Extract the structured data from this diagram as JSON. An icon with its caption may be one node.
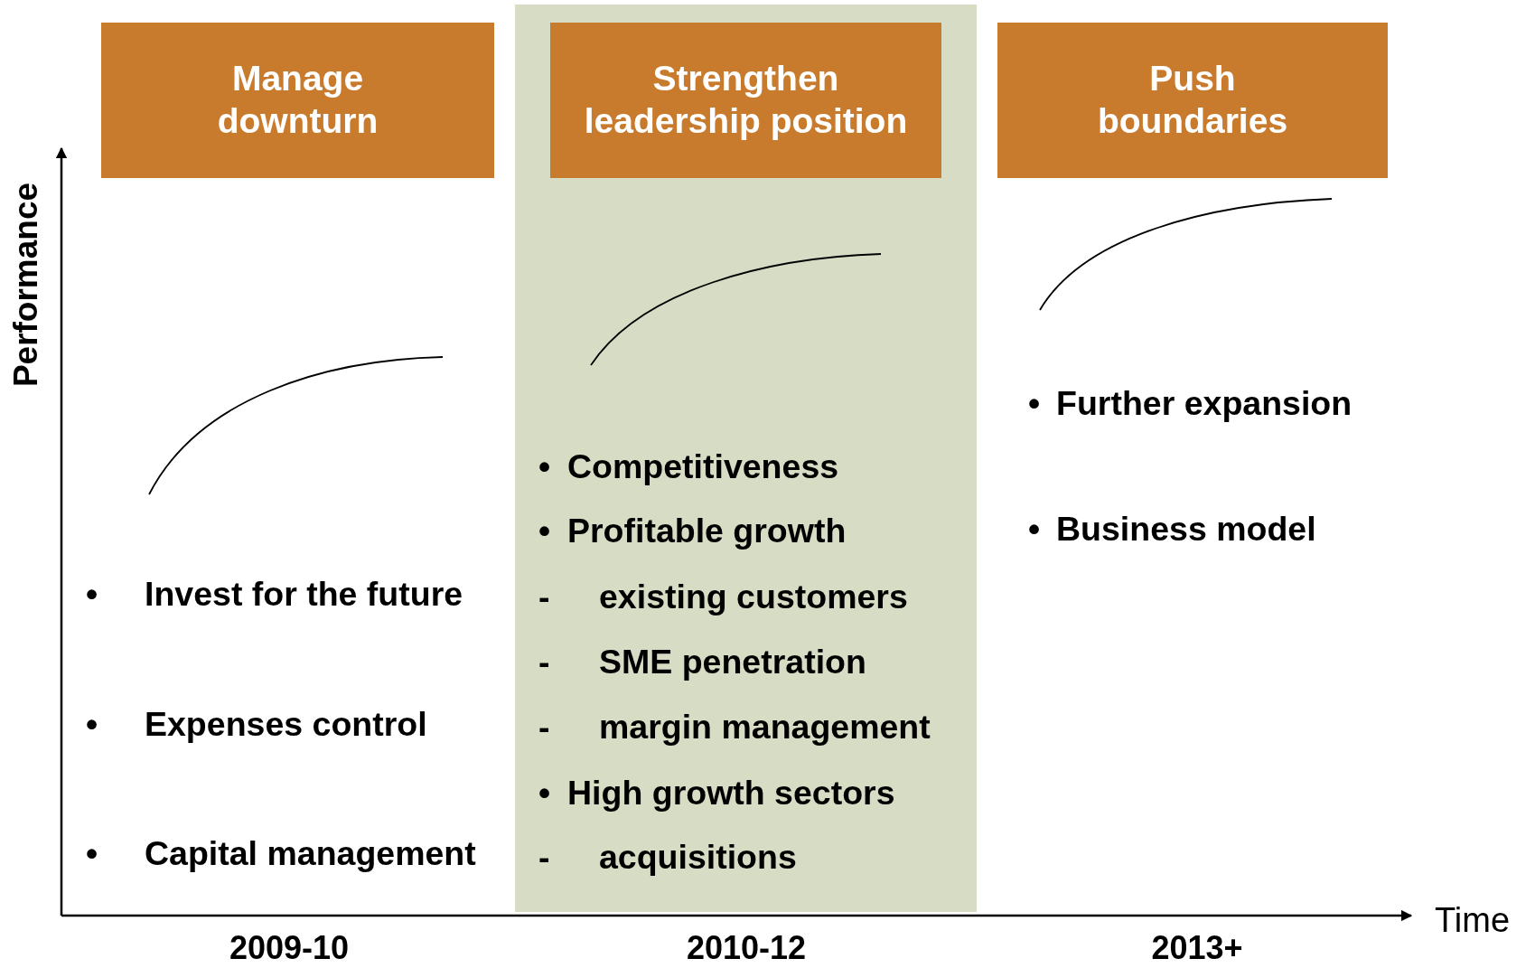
{
  "diagram": {
    "nodes": [
      {
        "text": [
          "Manage downturn"
        ]
      },
      {
        "text": [
          "• Competitiveness",
          "• Profitable growth",
          "- existing customers",
          "- SME penetration",
          "- margin management",
          "• High growth sectors",
          "- acquisitions"
        ]
      },
      {
        "text": [
          "Strengthen leadership position"
        ],
        "in": 1
      },
      {
        "text": [
          "Push boundaries"
        ]
      }
    ],
    "labels": [
      "• Invest for the future",
      "• Expenses control",
      "• Capital management",
      "• Further expansion",
      "• Business model",
      "Performance",
      "Time",
      "2009-10",
      "2010-12",
      "2013+"
    ]
  }
}
